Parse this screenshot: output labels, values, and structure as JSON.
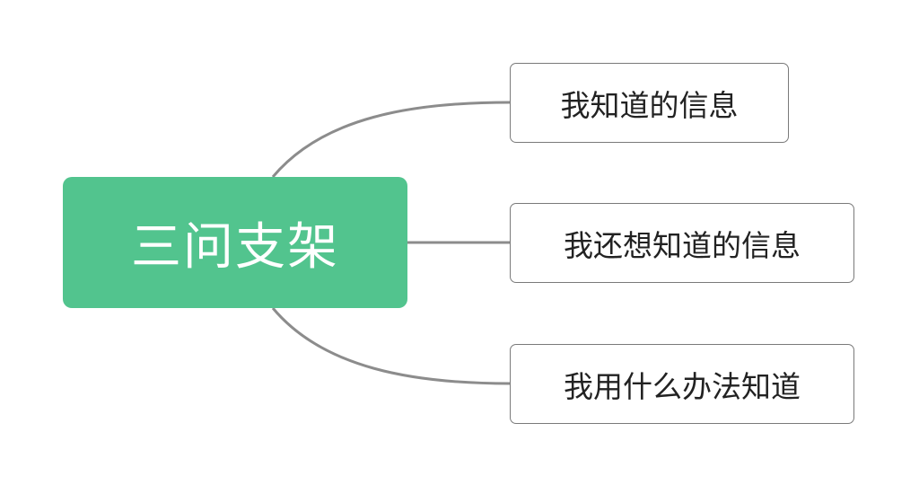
{
  "mindmap": {
    "root": {
      "label": "三问支架"
    },
    "children": [
      {
        "label": "我知道的信息"
      },
      {
        "label": "我还想知道的信息"
      },
      {
        "label": "我用什么办法知道"
      }
    ]
  },
  "colors": {
    "root_fill": "#52c48e",
    "root_text": "#ffffff",
    "child_border": "#7a7a7a",
    "child_text": "#222222",
    "connector": "#8c8c8c"
  }
}
